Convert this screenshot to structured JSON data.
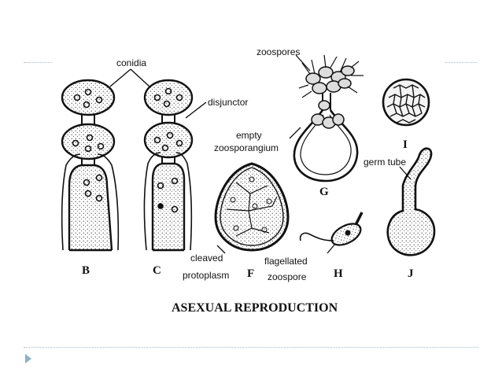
{
  "diagram": {
    "title": "ASEXUAL REPRODUCTION",
    "labels": {
      "conidia": "conidia",
      "disjunctor": "disjunctor",
      "zoospores": "zoospores",
      "empty": "empty",
      "zoosporangium": "zoosporangium",
      "germ_tube": "germ tube",
      "cleaved": "cleaved",
      "protoplasm": "protoplasm",
      "flagellated": "flagellated",
      "zoospore": "zoospore"
    },
    "figure_letters": {
      "b": "B",
      "c": "C",
      "f": "F",
      "g": "G",
      "h": "H",
      "i": "I",
      "j": "J"
    }
  },
  "colors": {
    "ink": "#111111",
    "rule": "#a9b8c4",
    "bullet": "#8fb0c6"
  }
}
